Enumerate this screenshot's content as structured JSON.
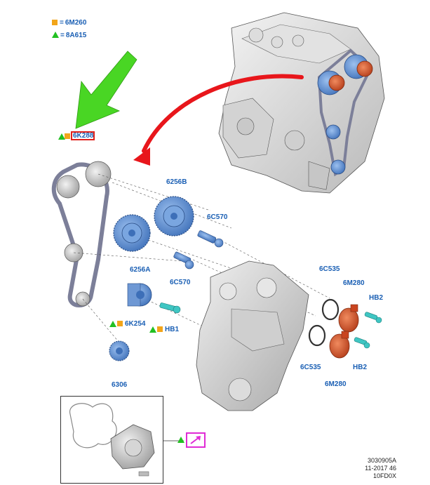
{
  "legend": [
    {
      "marker": "orange-square",
      "label": "6M260"
    },
    {
      "marker": "green-triangle",
      "label": "8A615"
    }
  ],
  "legend_eq": "=",
  "parts": {
    "p6k288": "6K288",
    "p6256b": "6256B",
    "p6c570_top": "6C570",
    "p6256a": "6256A",
    "p6c570_bottom": "6C570",
    "p6k254": "6K254",
    "phb1": "HB1",
    "p6306": "6306",
    "p6c535_top": "6C535",
    "p6m280_top": "6M280",
    "phb2_top": "HB2",
    "p6c535_bottom": "6C535",
    "phb2_bottom": "HB2",
    "p6m280_bottom": "6M280"
  },
  "reference": {
    "line1": "3030905A",
    "line2": "11-2017 46",
    "line3": "10FD0X"
  },
  "colors": {
    "label_blue": "#1a5fb4",
    "marker_orange": "#f2a51a",
    "marker_green": "#22c022",
    "highlight_red": "#e0211b",
    "arrow_green": "#49d624",
    "arrow_red": "#e8161b",
    "link_magenta": "#e02bd6",
    "part_blue": "#5b8fd6",
    "part_orange": "#d9532b",
    "belt_gray": "#7c7f99"
  },
  "icons": [
    "green-pointer-arrow",
    "red-curved-arrow",
    "reference-link-icon"
  ]
}
